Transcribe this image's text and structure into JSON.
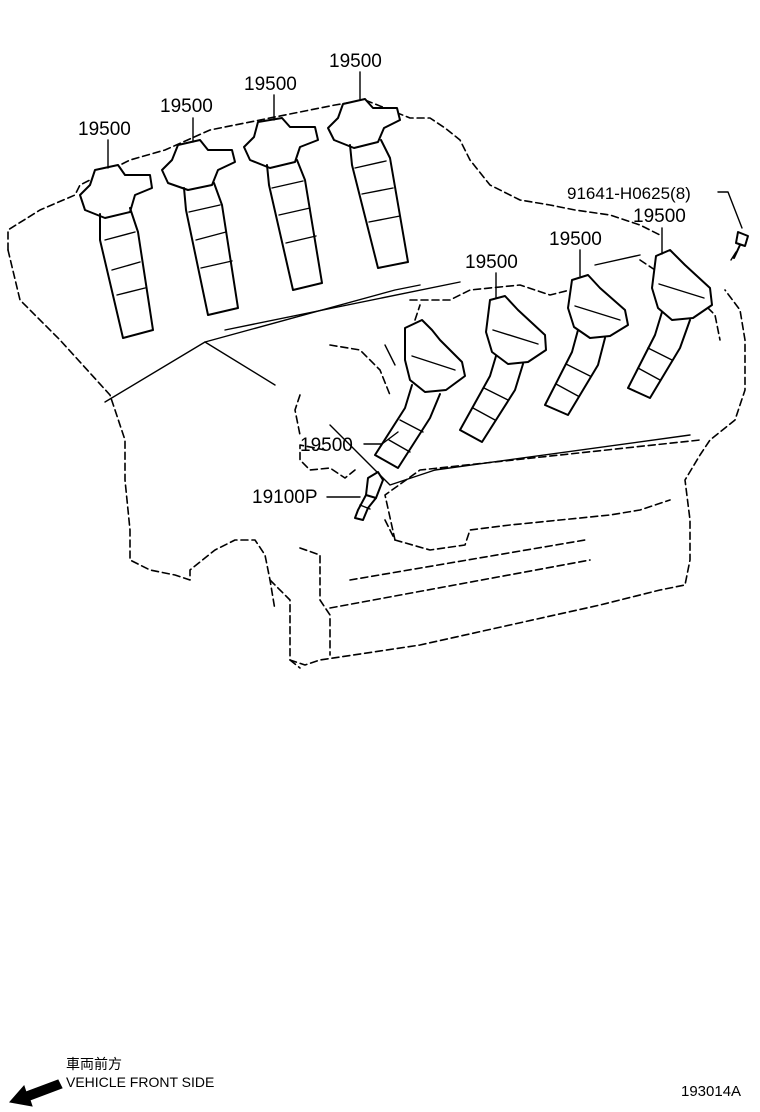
{
  "callouts": {
    "coil_1": "19500",
    "coil_2": "19500",
    "coil_3": "19500",
    "coil_4": "19500",
    "coil_5": "19500",
    "coil_6": "19500",
    "coil_7": "19500",
    "coil_8": "19500",
    "spark_plug": "19100P",
    "bolt": "91641-H0625(8)"
  },
  "direction": {
    "label_jp": "車両前方",
    "label_en": "VEHICLE FRONT SIDE",
    "icon": "arrow-down-left-icon"
  },
  "figure_number": "193014A"
}
